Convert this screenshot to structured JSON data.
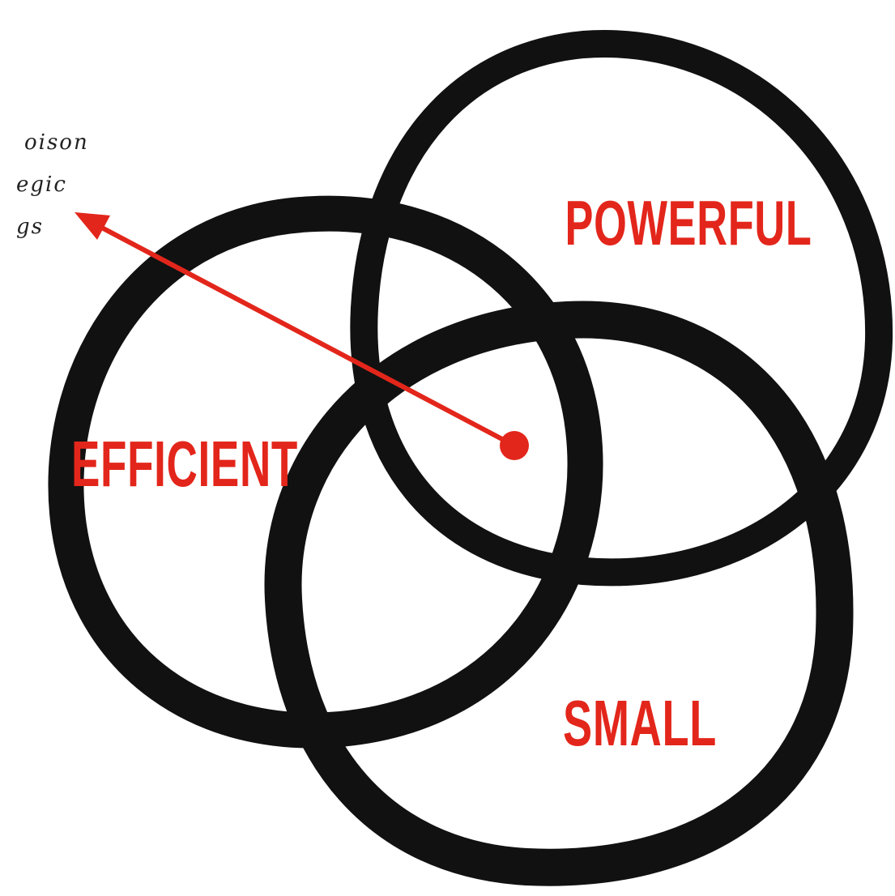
{
  "caption_fragment": {
    "lines": [
      "oison",
      "egic",
      "gs"
    ]
  },
  "labels": {
    "powerful": "POWERFUL",
    "efficient": "EFFICIENT",
    "small": "SMALL"
  },
  "colors": {
    "accent": "#e3261b",
    "ink": "#111111",
    "background": "#ffffff"
  }
}
